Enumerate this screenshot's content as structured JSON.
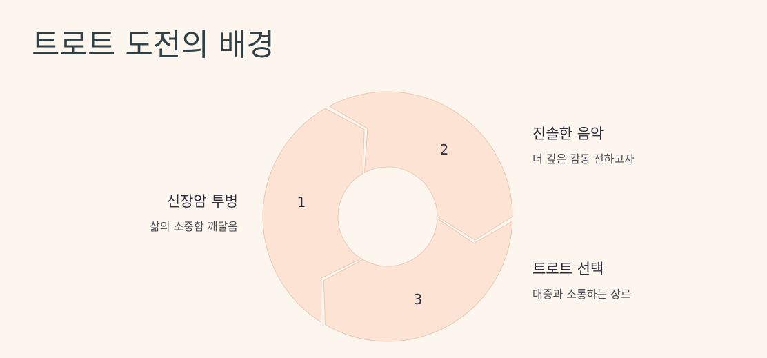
{
  "title": "트로트 도전의 배경",
  "colors": {
    "background": "#fdf6ef",
    "segment_fill": "#fce3d3",
    "segment_stroke": "#e8c9b5",
    "title": "#2f4046",
    "text": "#2b2b3a"
  },
  "diagram": {
    "type": "cycle",
    "segments": [
      {
        "number": "1",
        "heading": "신장암 투병",
        "description": "삶의 소중함 깨달음"
      },
      {
        "number": "2",
        "heading": "진솔한 음악",
        "description": "더 깊은 감동 전하고자"
      },
      {
        "number": "3",
        "heading": "트로트 선택",
        "description": "대중과 소통하는 장르"
      }
    ]
  }
}
